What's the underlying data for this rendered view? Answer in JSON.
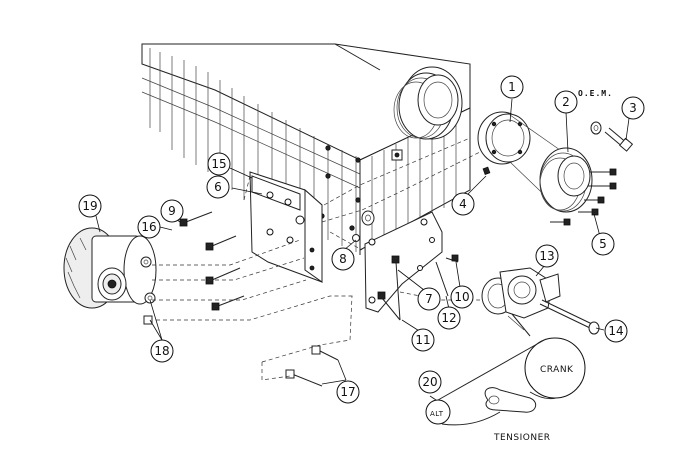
{
  "callouts": [
    {
      "id": "1",
      "label": "1"
    },
    {
      "id": "2",
      "label": "2"
    },
    {
      "id": "3",
      "label": "3"
    },
    {
      "id": "4",
      "label": "4"
    },
    {
      "id": "5",
      "label": "5"
    },
    {
      "id": "6",
      "label": "6"
    },
    {
      "id": "7",
      "label": "7"
    },
    {
      "id": "8",
      "label": "8"
    },
    {
      "id": "9",
      "label": "9"
    },
    {
      "id": "10",
      "label": "10"
    },
    {
      "id": "11",
      "label": "11"
    },
    {
      "id": "12",
      "label": "12"
    },
    {
      "id": "13",
      "label": "13"
    },
    {
      "id": "14",
      "label": "14"
    },
    {
      "id": "15",
      "label": "15"
    },
    {
      "id": "16",
      "label": "16"
    },
    {
      "id": "17",
      "label": "17"
    },
    {
      "id": "18",
      "label": "18"
    },
    {
      "id": "19",
      "label": "19"
    },
    {
      "id": "20",
      "label": "20"
    }
  ],
  "labels": {
    "oem": "O.E.M.",
    "crank": "CRANK",
    "alt": "ALT",
    "tensioner": "TENSIONER"
  }
}
